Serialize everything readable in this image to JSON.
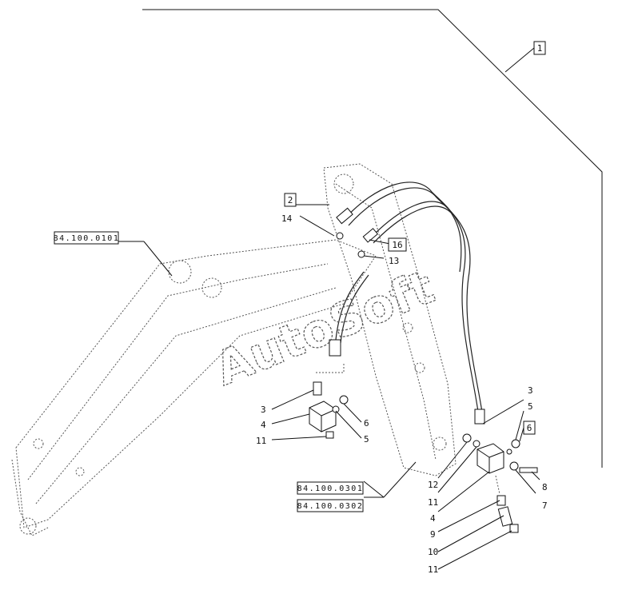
{
  "watermark": "AutoSoft",
  "box_refs": {
    "assembly": "1",
    "hose_upper": "2",
    "hose_lower": "16",
    "washer_right": "6"
  },
  "doc_refs": {
    "boom": "84.100.0101",
    "arm_a": "84.100.0301",
    "arm_b": "84.100.0302"
  },
  "callouts": {
    "l14": "14",
    "l13": "13",
    "l3a": "3",
    "l4a": "4",
    "l11a": "11",
    "l6a": "6",
    "l5a": "5",
    "l3b": "3",
    "l5b": "5",
    "l8": "8",
    "l7": "7",
    "l12": "12",
    "l11b": "11",
    "l4b": "4",
    "l9": "9",
    "l10": "10",
    "l11c": "11"
  }
}
